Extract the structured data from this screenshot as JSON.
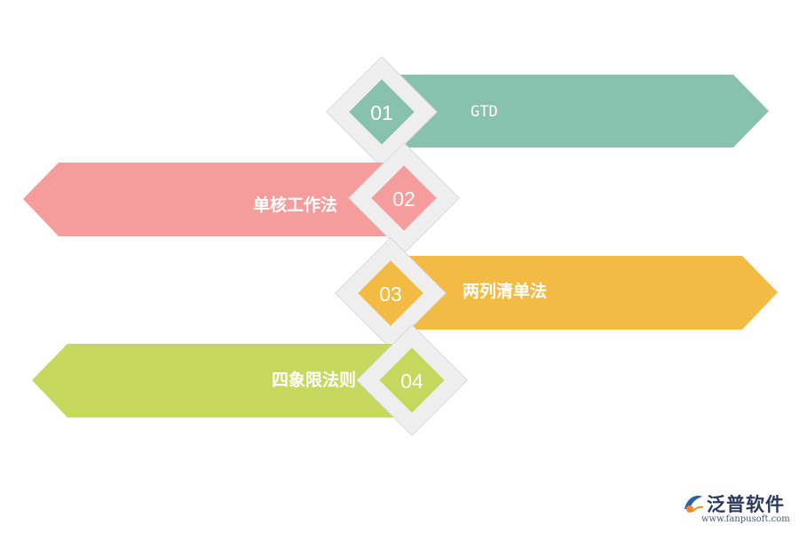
{
  "diagram": {
    "items": [
      {
        "number": "01",
        "label": "GTD",
        "color": "#88c2ae",
        "direction": "right"
      },
      {
        "number": "02",
        "label": "单核工作法",
        "color": "#f59c9c",
        "direction": "left"
      },
      {
        "number": "03",
        "label": "两列清单法",
        "color": "#f4bb44",
        "direction": "right"
      },
      {
        "number": "04",
        "label": "四象限法则",
        "color": "#c6d95e",
        "direction": "left"
      }
    ],
    "diamond_border_color": "#efefef"
  },
  "logo": {
    "name": "泛普软件",
    "url": "www.fanpusoft.com",
    "icon": "fanpu-logo-icon",
    "colors": {
      "blue": "#2e5fa8",
      "orange": "#f08a1c",
      "text": "#2b3a5c"
    }
  }
}
